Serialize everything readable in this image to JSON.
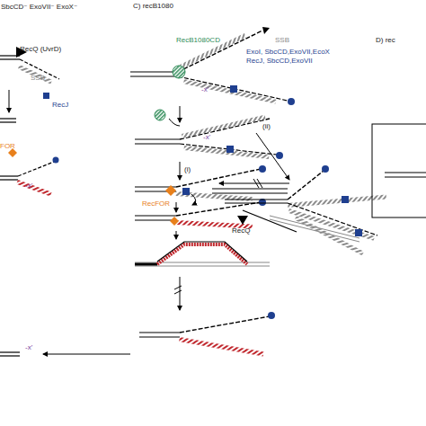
{
  "diagram": {
    "labels": [
      "SbcCD⁻ ExoVII⁻ ExoX⁻",
      "RecQ (UvrD)",
      "SSB",
      "RecJ",
      "FOR",
      "-x'",
      "-x'",
      "C) recB1080",
      "RecB1080CD",
      "SSB",
      "ExoI, SbcCD,ExoVII,EcoX",
      "RecJ, SbcCD,ExoVII",
      "-x'",
      "(ii)",
      "(i)",
      "RecFOR",
      "-x'",
      "RecQ",
      "D) rec"
    ]
  }
}
